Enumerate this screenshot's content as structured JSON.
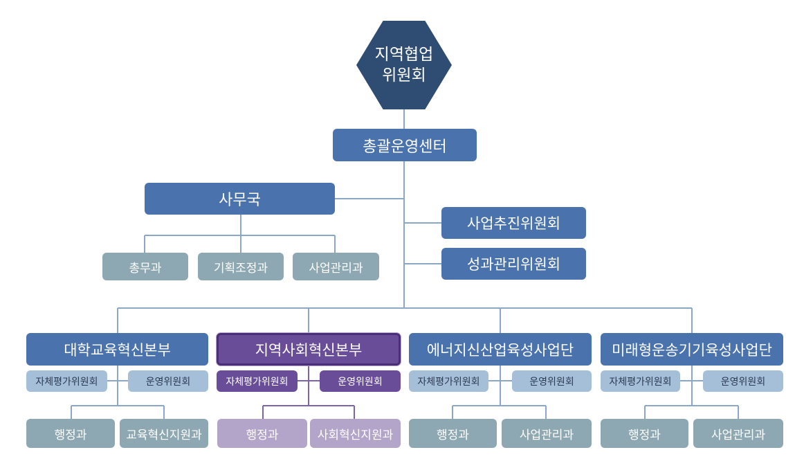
{
  "root": {
    "label": "지역협업 위원회"
  },
  "center": {
    "label": "총괄운영센터"
  },
  "secretariat": {
    "label": "사무국",
    "divisions": [
      "총무과",
      "기획조정과",
      "사업관리과"
    ]
  },
  "committees": [
    "사업추진위원회",
    "성과관리위원회"
  ],
  "headquarters": [
    {
      "label": "대학교육혁신본부",
      "sub": [
        "자체평가위원회",
        "운영위원회"
      ],
      "depts": [
        "행정과",
        "교육혁신지원과"
      ]
    },
    {
      "label": "지역사회혁신본부",
      "sub": [
        "자체평가위원회",
        "운영위원회"
      ],
      "depts": [
        "행정과",
        "사회혁신지원과"
      ]
    },
    {
      "label": "에너지신산업육성사업단",
      "sub": [
        "자체평가위원회",
        "운영위원회"
      ],
      "depts": [
        "행정과",
        "사업관리과"
      ]
    },
    {
      "label": "미래형운송기기육성사업단",
      "sub": [
        "자체평가위원회",
        "운영위원회"
      ],
      "depts": [
        "행정과",
        "사업관리과"
      ]
    }
  ],
  "colors": {
    "root": "#2f4c73",
    "primary": "#4a73ae",
    "division": "#8ea8b3",
    "committee_light": "#a6bfd8",
    "highlight": "#6a4d99",
    "highlight_light": "#b3a4c9",
    "connector": "#8aa6c8"
  }
}
